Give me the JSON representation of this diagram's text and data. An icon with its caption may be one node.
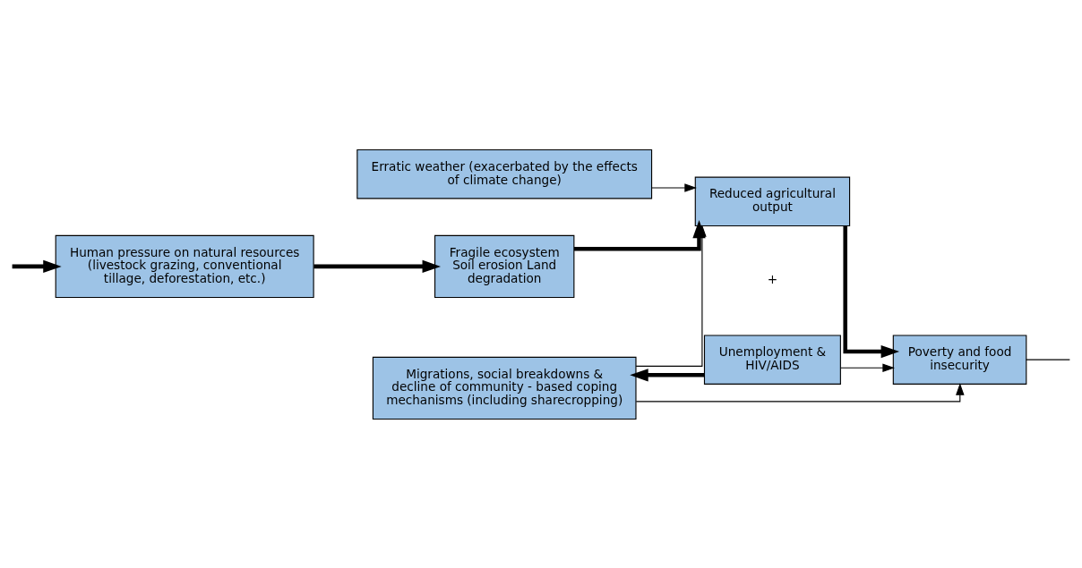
{
  "diagram": {
    "nodes": [
      {
        "text": [
          "Erratic weather (exacerbated by the effects of climate change)"
        ]
      },
      {
        "text": [
          "Human pressure on natural resources (livestock grazing, conventional tillage, deforestation, etc.)"
        ]
      },
      {
        "text": [
          "Fragile ecosystem Soil erosion Land degradation"
        ]
      },
      {
        "text": [
          "Reduced agricultural output"
        ]
      },
      {
        "text": [
          "Poverty and food insecurity"
        ]
      },
      {
        "text": [
          "Unemployment & HIV/AIDS"
        ]
      },
      {
        "text": [
          "Migrations, social breakdowns & decline of community - based coping mechanisms (including sharecropping)"
        ]
      }
    ],
    "edges": [
      {
        "from": 0,
        "to": 3,
        "arrow": "to"
      },
      {
        "from": 1,
        "to": 2,
        "arrow": "to",
        "style": "thick"
      },
      {
        "from": 2,
        "to": 3,
        "arrow": "to",
        "style": "thick"
      },
      {
        "from": 6,
        "to": 3,
        "arrow": "to"
      },
      {
        "from": 3,
        "to": 4,
        "arrow": "to",
        "style": "thick"
      },
      {
        "from": 5,
        "to": 4,
        "arrow": "to"
      },
      {
        "from": 6,
        "to": 4,
        "arrow": "to"
      },
      {
        "from": 5,
        "to": 6,
        "arrow": "to",
        "style": "thick"
      },
      {
        "from": 4,
        "to": null,
        "arrow": "none"
      },
      {
        "from": null,
        "to": 1,
        "arrow": "to",
        "style": "thick"
      }
    ],
    "labels": [
      "+"
    ]
  }
}
